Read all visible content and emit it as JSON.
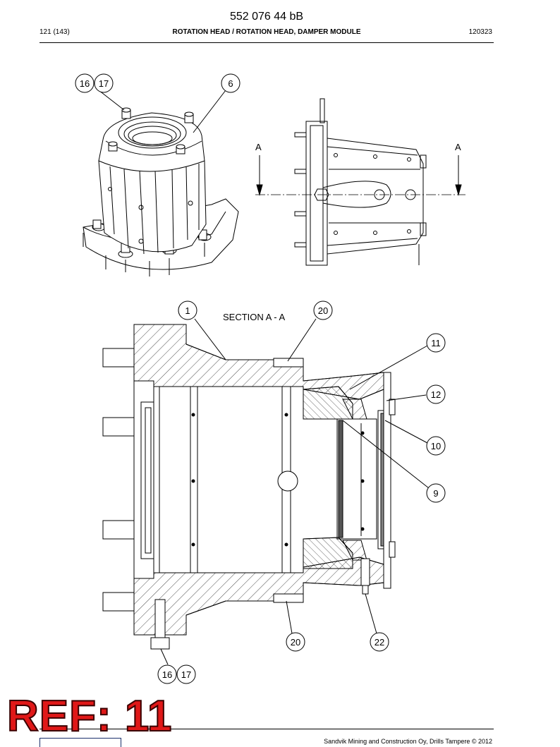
{
  "header": {
    "doc_number": "552 076 44 bB",
    "page": "121 (143)",
    "title": "ROTATION HEAD / ROTATION HEAD, DAMPER MODULE",
    "date_code": "120323"
  },
  "views": {
    "section_marker": "A",
    "section_title": "SECTION A - A"
  },
  "balloons": {
    "b16_top": "16",
    "b17_top": "17",
    "b6": "6",
    "b1": "1",
    "b20_top": "20",
    "b11": "11",
    "b12": "12",
    "b10": "10",
    "b9": "9",
    "b20_bottom": "20",
    "b22": "22",
    "b16_bottom": "16",
    "b17_bottom": "17"
  },
  "stamp": {
    "text": "REF: 11",
    "color": "#e01818"
  },
  "footer": {
    "copyright": "Sandvik Mining and Construction Oy, Drills Tampere © 2012"
  }
}
